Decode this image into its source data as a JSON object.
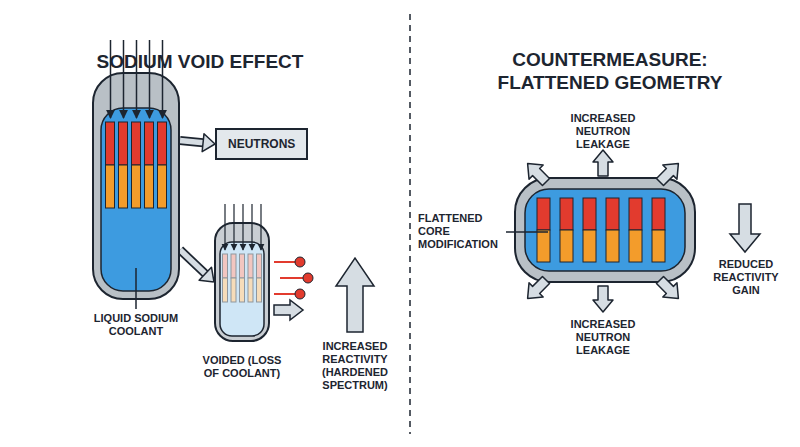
{
  "diagram": {
    "nodes": [
      {
        "text": [
          "LIQUID SODIUM COOLANT"
        ]
      },
      {
        "text": [
          "NEUTRONS"
        ]
      },
      {
        "text": [
          "VOIDED (LOSS OF COOLANT)"
        ]
      }
    ],
    "edges": [
      {
        "from": 0,
        "to": 1,
        "arrow": "to"
      },
      {
        "from": 0,
        "to": 2,
        "arrow": "to"
      }
    ],
    "labels": [
      "SODIUM VOID EFFECT",
      "COUNTERMEASURE: FLATTENED GEOMETRY",
      "INCREASED REACTIVITY (HARDENED SPECTRUM)",
      "INCREASED NEUTRON LEAKAGE",
      "FLATTENED CORE MODIFICATION",
      "REDUCED REACTIVITY GAIN",
      "INCREASED NEUTRON LEAKAGE"
    ]
  }
}
